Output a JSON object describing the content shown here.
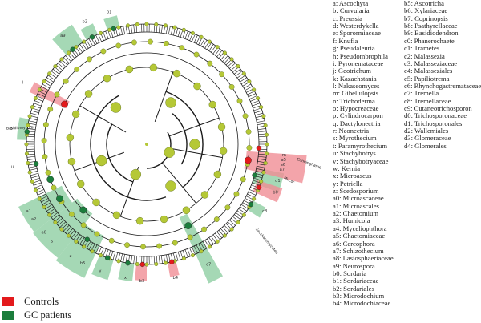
{
  "colors": {
    "controls": "#e31a1c",
    "controls_light": "#f08d95",
    "gc": "#1b7d3c",
    "gc_light": "#8fcea3",
    "node_default": "#b5c836",
    "node_default_stroke": "#55661a",
    "branch": "#1a1a1a"
  },
  "cladogram": {
    "outer_labels": [
      {
        "text": "Cunninghamella",
        "group": "controls"
      },
      {
        "text": "Mucor",
        "group": "gc"
      },
      {
        "text": "Saccharomycetes",
        "group": "controls"
      },
      {
        "text": "Basidiomycota",
        "group": "none"
      }
    ],
    "sector_labels": {
      "controls": [
        "a7",
        "a6",
        "a5",
        "b0",
        "b3",
        "b4",
        "l",
        "m"
      ],
      "gc": [
        "a1",
        "a2",
        "a0",
        "s",
        "z",
        "b5",
        "v",
        "x",
        "c7",
        "c8",
        "d1",
        "b2",
        "b1",
        "a9",
        "o",
        "u"
      ]
    }
  },
  "legend": {
    "taxa": [
      {
        "key": "a",
        "name": "Ascochyta"
      },
      {
        "key": "b",
        "name": "Curvularia"
      },
      {
        "key": "c",
        "name": "Preussia"
      },
      {
        "key": "d",
        "name": "Westerdykella"
      },
      {
        "key": "e",
        "name": "Sporormiaceae"
      },
      {
        "key": "f",
        "name": "Knufia"
      },
      {
        "key": "g",
        "name": "Pseudaleuria"
      },
      {
        "key": "h",
        "name": "Pseudombrophila"
      },
      {
        "key": "i",
        "name": "Pyronemataceae"
      },
      {
        "key": "j",
        "name": "Geotrichum"
      },
      {
        "key": "k",
        "name": "Kazachstania"
      },
      {
        "key": "l",
        "name": "Nakaseomyces"
      },
      {
        "key": "m",
        "name": "Gibellulopsis"
      },
      {
        "key": "n",
        "name": "Trichoderma"
      },
      {
        "key": "o",
        "name": "Hypocreaceae"
      },
      {
        "key": "p",
        "name": "Cylindrocarpon"
      },
      {
        "key": "q",
        "name": "Dactylonectria"
      },
      {
        "key": "r",
        "name": "Neonectria"
      },
      {
        "key": "s",
        "name": "Myrothecium"
      },
      {
        "key": "t",
        "name": "Paramyrothecium"
      },
      {
        "key": "u",
        "name": "Stachybotrys"
      },
      {
        "key": "v",
        "name": "Stachybotryaceae"
      },
      {
        "key": "w",
        "name": "Kernia"
      },
      {
        "key": "x",
        "name": "Microascus"
      },
      {
        "key": "y",
        "name": "Petriella"
      },
      {
        "key": "z",
        "name": "Scedosporium"
      },
      {
        "key": "a0",
        "name": "Microascaceae"
      },
      {
        "key": "a1",
        "name": "Microascales"
      },
      {
        "key": "a2",
        "name": "Chaetomium"
      },
      {
        "key": "a3",
        "name": "Humicola"
      },
      {
        "key": "a4",
        "name": "Myceliophthora"
      },
      {
        "key": "a5",
        "name": "Chaetomiaceae"
      },
      {
        "key": "a6",
        "name": "Cercophora"
      },
      {
        "key": "a7",
        "name": "Schizothecium"
      },
      {
        "key": "a8",
        "name": "Lasiosphaeriaceae"
      },
      {
        "key": "a9",
        "name": "Neurospora"
      },
      {
        "key": "b0",
        "name": "Sordaria"
      },
      {
        "key": "b1",
        "name": "Sordariaceae"
      },
      {
        "key": "b2",
        "name": "Sordariales"
      },
      {
        "key": "b3",
        "name": "Microdochium"
      },
      {
        "key": "b4",
        "name": "Microdochiaceae"
      },
      {
        "key": "b5",
        "name": "Ascotricha"
      },
      {
        "key": "b6",
        "name": "Xylariaceae"
      },
      {
        "key": "b7",
        "name": "Coprinopsis"
      },
      {
        "key": "b8",
        "name": "Psathyrellaceae"
      },
      {
        "key": "b9",
        "name": "Basidiodendron"
      },
      {
        "key": "c0",
        "name": "Phanerochaete"
      },
      {
        "key": "c1",
        "name": "Trametes"
      },
      {
        "key": "c2",
        "name": "Malassezia"
      },
      {
        "key": "c3",
        "name": "Malasseziaceae"
      },
      {
        "key": "c4",
        "name": "Malasseziales"
      },
      {
        "key": "c5",
        "name": "Papiliotrema"
      },
      {
        "key": "c6",
        "name": "Rhynchogastremataceae"
      },
      {
        "key": "c7",
        "name": "Tremella"
      },
      {
        "key": "c8",
        "name": "Tremellaceae"
      },
      {
        "key": "c9",
        "name": "Cutaneotrichosporon"
      },
      {
        "key": "d0",
        "name": "Trichosporonaceae"
      },
      {
        "key": "d1",
        "name": "Trichosporonales"
      },
      {
        "key": "d2",
        "name": "Wallemiales"
      },
      {
        "key": "d3",
        "name": "Glomeraceae"
      },
      {
        "key": "d4",
        "name": "Glomerales"
      }
    ],
    "groups": [
      {
        "id": "controls",
        "label": "Controls",
        "color": "#e31a1c"
      },
      {
        "id": "gc",
        "label": "GC patients",
        "color": "#1b7d3c"
      }
    ]
  }
}
